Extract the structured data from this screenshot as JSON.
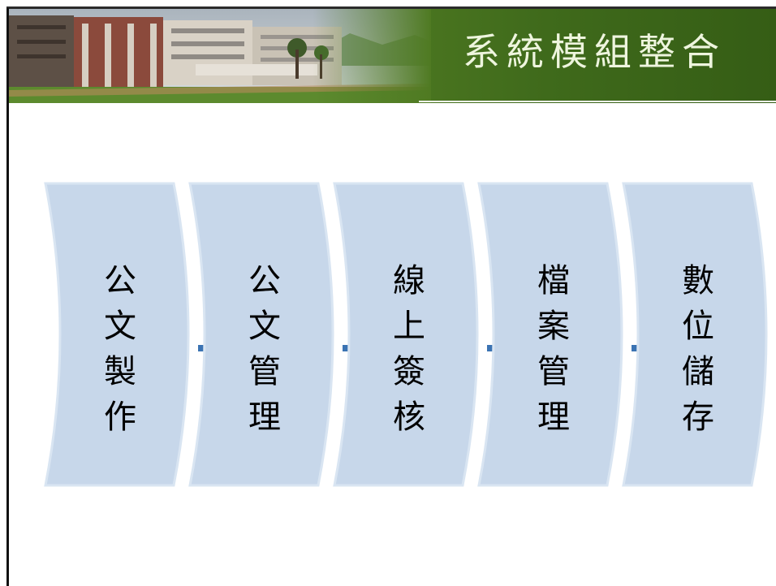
{
  "slide": {
    "title": "系統模組整合"
  },
  "process": {
    "stages": [
      {
        "label": "公文製作"
      },
      {
        "label": "公文管理"
      },
      {
        "label": "線上簽核"
      },
      {
        "label": "檔案管理"
      },
      {
        "label": "數位儲存"
      }
    ],
    "colors": {
      "stage_fill": "#c7d7ea",
      "stage_stroke": "#d9e5f2",
      "arrow_fill": "#3b73b3",
      "header_green": "#4f7a22",
      "title_text": "#eef5de"
    }
  }
}
